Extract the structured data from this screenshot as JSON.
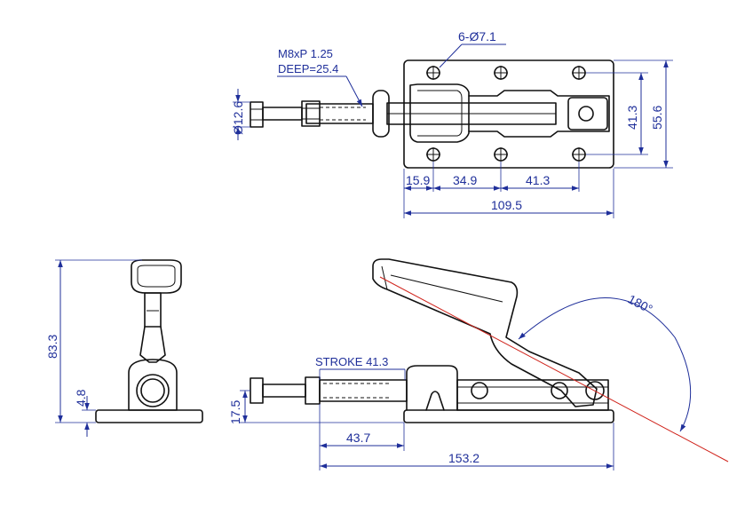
{
  "top_view": {
    "hole_callout": "6-Ø7.1",
    "thread_callout_line1": "M8xP 1.25",
    "thread_callout_line2": "DEEP=25.4",
    "rod_diameter": "Ø12.6",
    "hole_spacing_1": "15.9",
    "hole_spacing_2": "34.9",
    "hole_spacing_3": "41.3",
    "overall_length": "109.5",
    "hole_row_spacing": "41.3",
    "base_width": "55.6"
  },
  "front_view": {
    "stroke_label": "STROKE 41.3",
    "handle_angle": "180°",
    "rod_height": "17.5",
    "retracted_extension": "43.7",
    "overall_length": "153.2"
  },
  "side_view": {
    "overall_height": "83.3",
    "base_thickness": "4.8"
  },
  "colors": {
    "dimension": "#1f2f9a",
    "part": "#111111",
    "center_line": "#d0241c"
  }
}
